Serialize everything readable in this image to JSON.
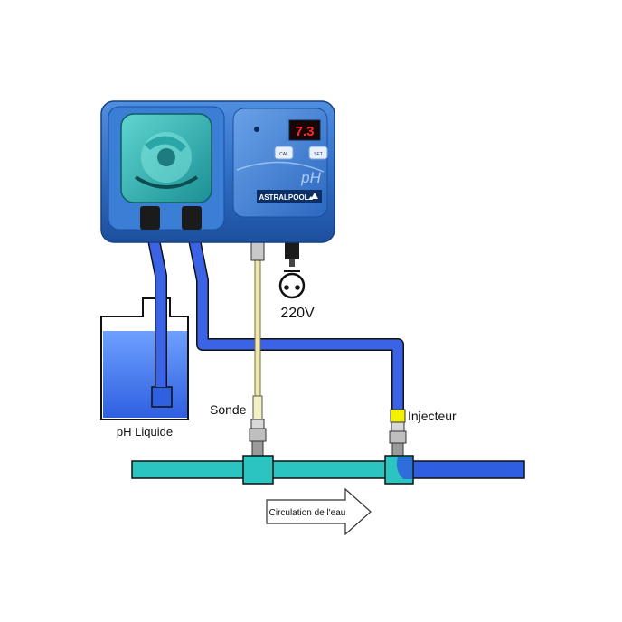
{
  "device": {
    "display_value": "7.3",
    "brand": "ASTRALPOOL",
    "mode": "pH",
    "button_left": "CAL",
    "button_right": "SET"
  },
  "labels": {
    "power": "220V",
    "tank": "pH Liquide",
    "probe": "Sonde",
    "injector": "Injecteur",
    "flow": "Circulation de l'eau"
  },
  "colors": {
    "device_blue": "#2f6fc6",
    "tube_blue": "#3b63e6",
    "pipe_teal": "#2bc4c0",
    "liquid_blue": "#3f72f0",
    "injector_yellow": "#f2f200"
  }
}
